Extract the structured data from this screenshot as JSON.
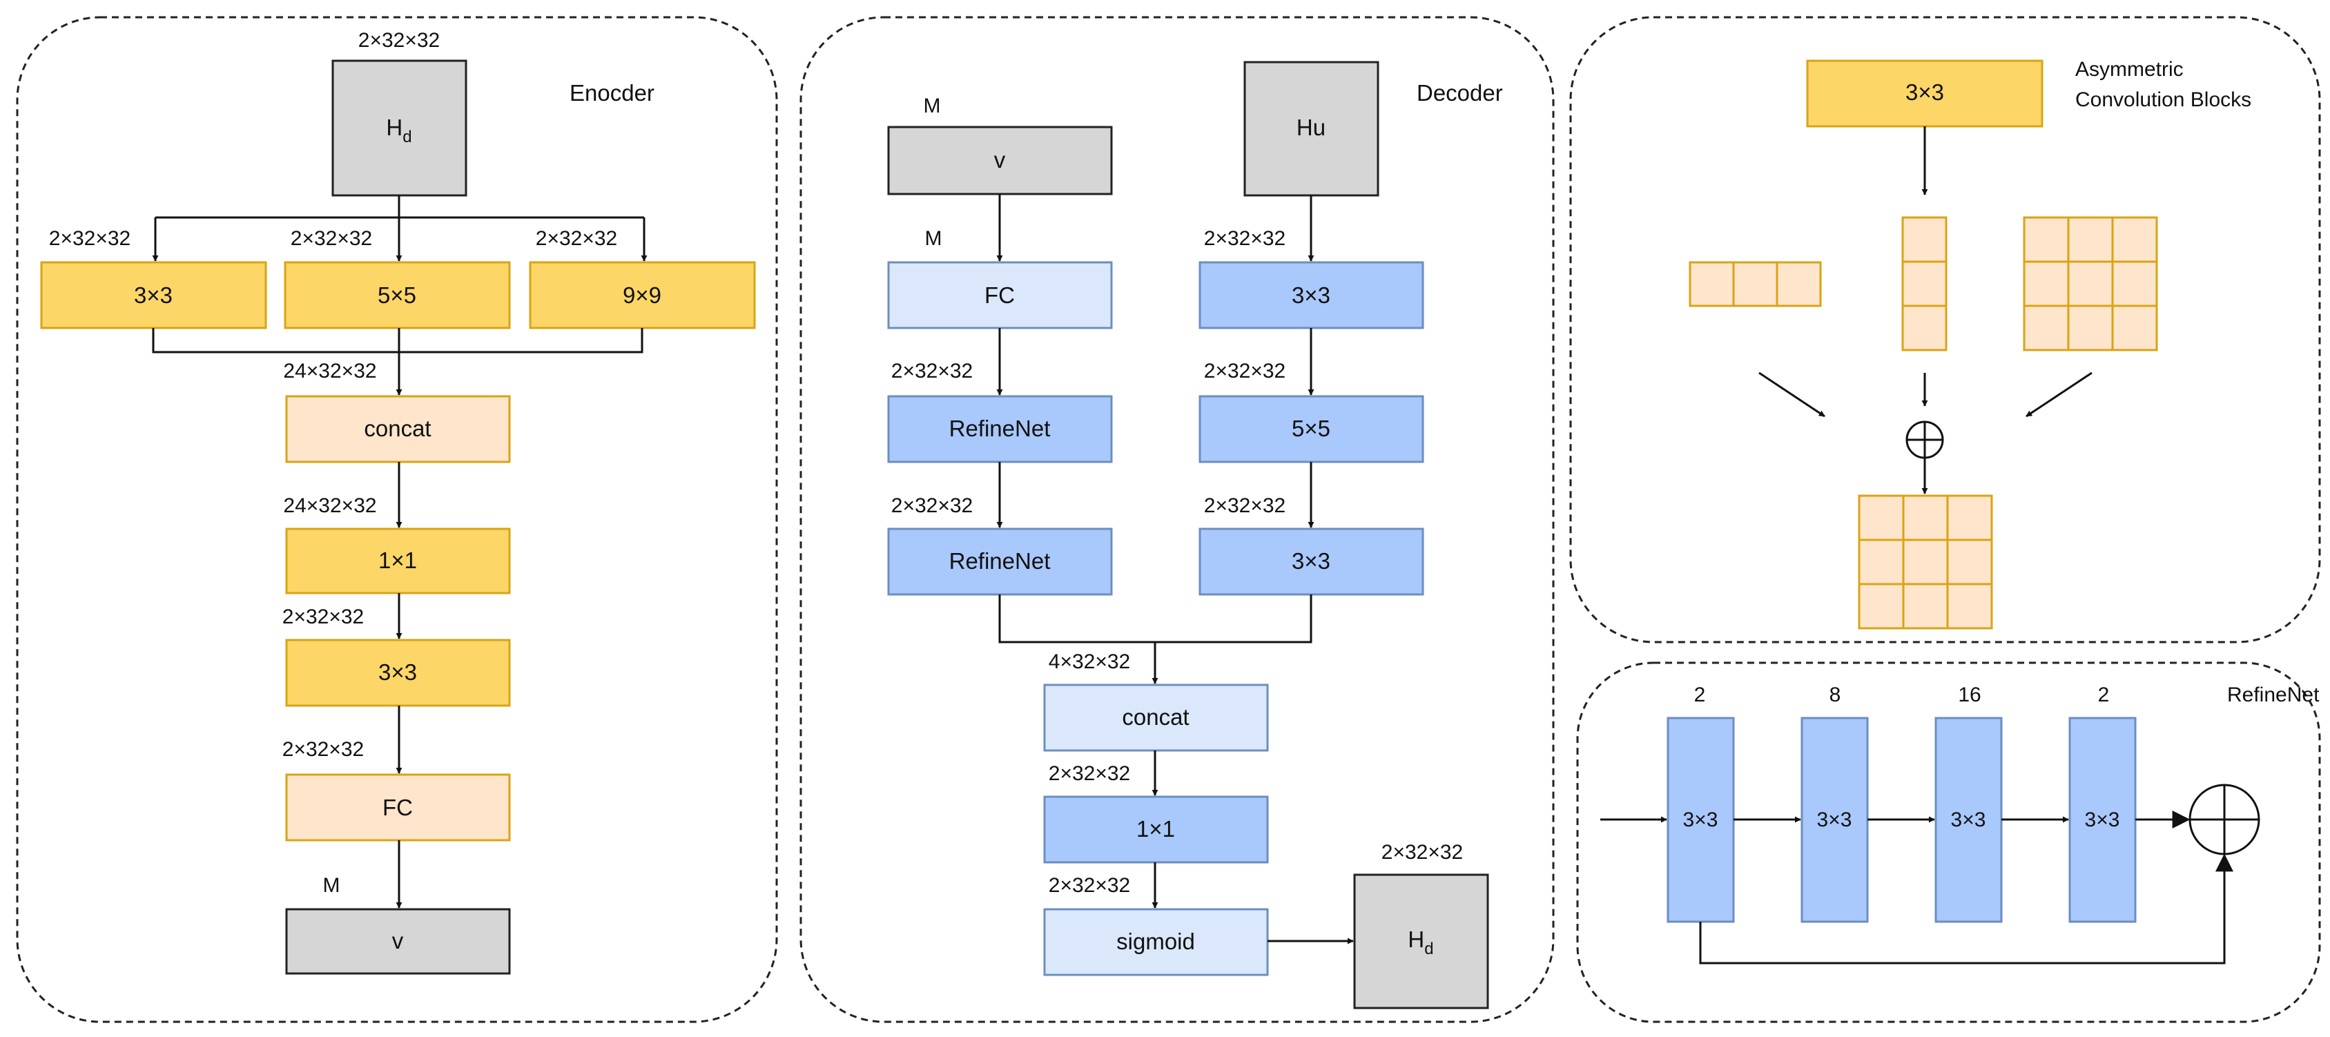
{
  "colors": {
    "gray_fill": "#d6d6d6",
    "gray_stroke": "#222222",
    "yellow_fill": "#fcd667",
    "yellow_stroke": "#d9a414",
    "peach_fill": "#ffe5cc",
    "peach_stroke": "#d9a414",
    "blue_fill": "#a9c8fb",
    "blue_stroke": "#6c8ebf",
    "lightblue_fill": "#dbe8fb",
    "lightblue_stroke": "#6c8ebf",
    "line": "#111111"
  },
  "encoder": {
    "title": "Enocder",
    "input_box": {
      "main": "H",
      "sub": "d"
    },
    "input_dim": "2×32×32",
    "branch_dims": [
      "2×32×32",
      "2×32×32",
      "2×32×32"
    ],
    "branches": [
      "3×3",
      "5×5",
      "9×9"
    ],
    "concat_dim": "24×32×32",
    "concat": "concat",
    "conv1_dim": "24×32×32",
    "conv1": "1×1",
    "conv2_dim": "2×32×32",
    "conv2": "3×3",
    "fc_dim": "2×32×32",
    "fc": "FC",
    "out_dim": "M",
    "out": "v"
  },
  "decoder": {
    "title": "Decoder",
    "v_dim": "M",
    "v": "v",
    "hu": "Hu",
    "fc_dim": "M",
    "fc": "FC",
    "refine1_dim": "2×32×32",
    "refine1": "RefineNet",
    "refine2_dim": "2×32×32",
    "refine2": "RefineNet",
    "r1_dim": "2×32×32",
    "r1": "3×3",
    "r2_dim": "2×32×32",
    "r2": "5×5",
    "r3_dim": "2×32×32",
    "r3": "3×3",
    "concat_dim": "4×32×32",
    "concat": "concat",
    "conv_dim": "2×32×32",
    "conv": "1×1",
    "sig_dim": "2×32×32",
    "sigmoid": "sigmoid",
    "out_dim": "2×32×32",
    "out": {
      "main": "H",
      "sub": "d"
    }
  },
  "acb": {
    "title_line1": "Asymmetric",
    "title_line2": "Convolution Blocks",
    "top": "3×3"
  },
  "refinenet": {
    "title": "RefineNet",
    "channels": [
      "2",
      "8",
      "16",
      "2"
    ],
    "layers": [
      "3×3",
      "3×3",
      "3×3",
      "3×3"
    ]
  }
}
